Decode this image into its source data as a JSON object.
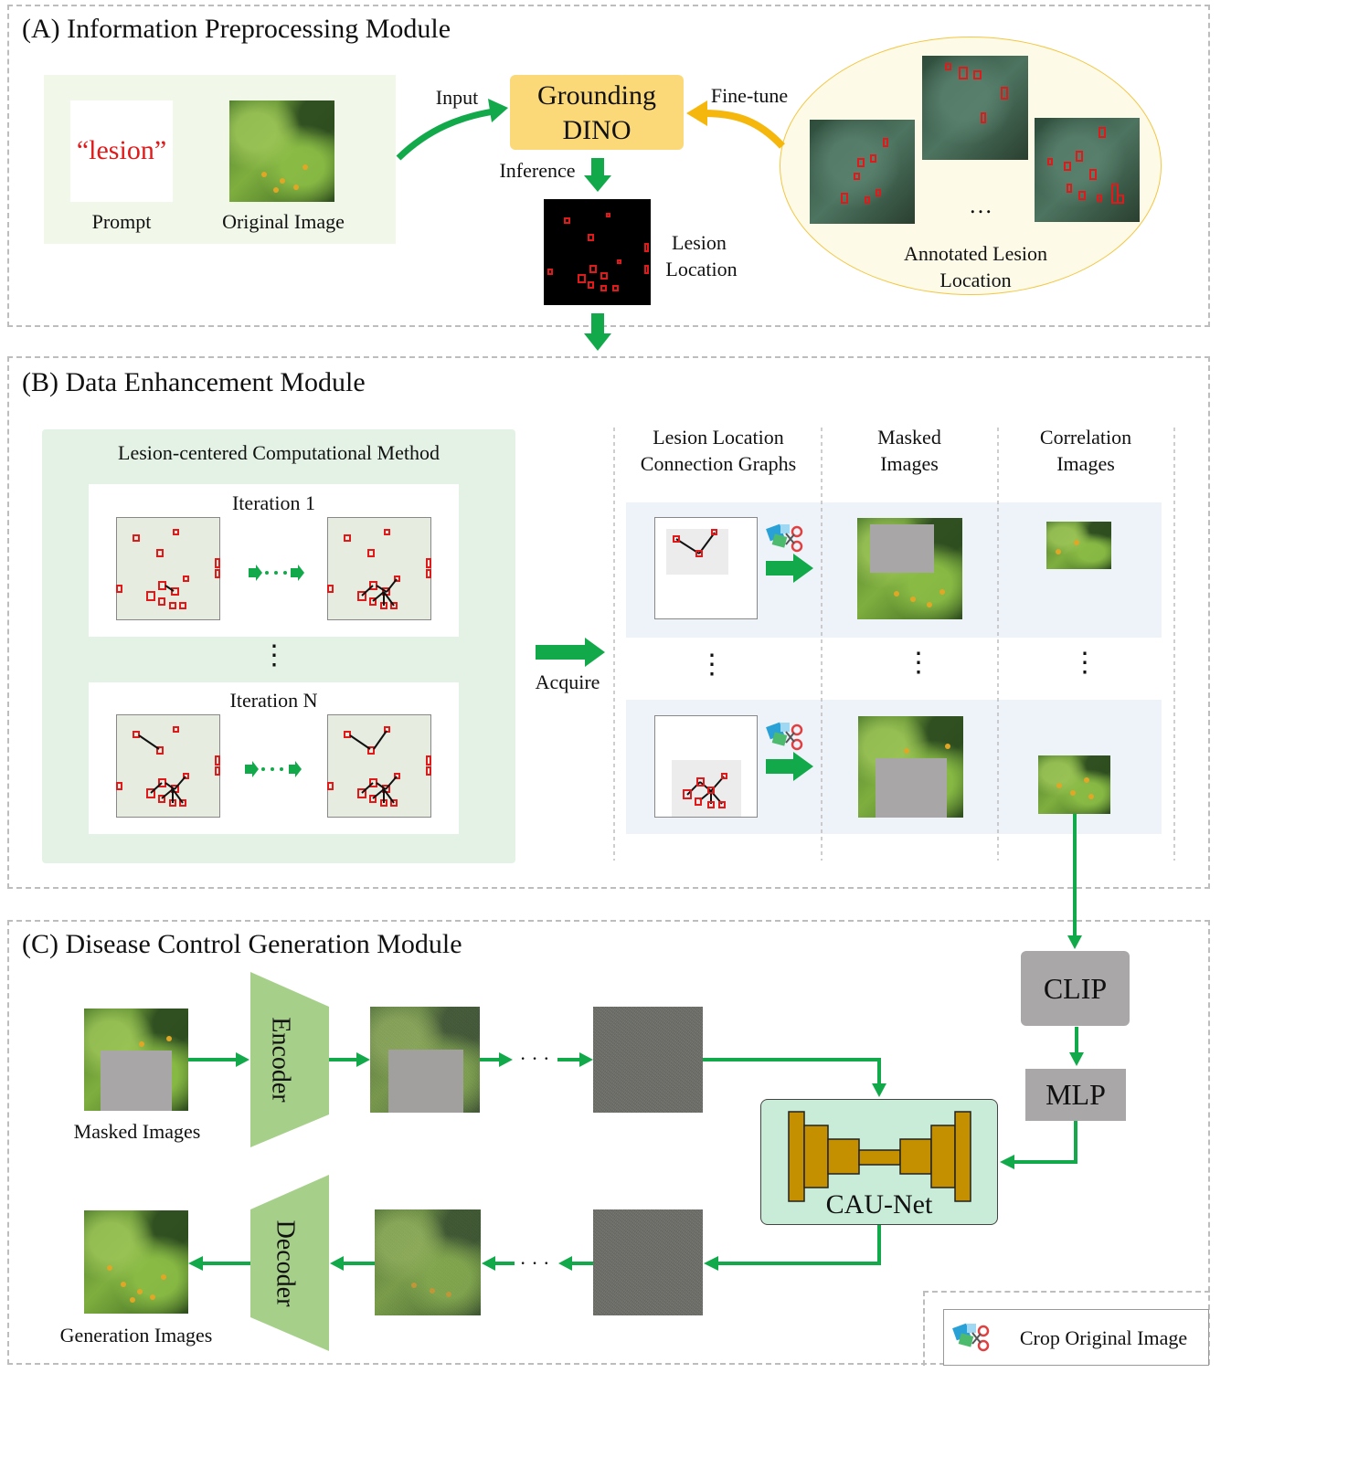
{
  "panels": {
    "a_title": "(A) Information Preprocessing Module",
    "b_title": "(B) Data Enhancement Module",
    "c_title": "(C) Disease Control Generation Module"
  },
  "module_a": {
    "prompt_text": "“lesion”",
    "prompt_label": "Prompt",
    "original_label": "Original Image",
    "input_label": "Input",
    "grounding_dino": [
      "Grounding",
      "DINO"
    ],
    "finetune_label": "Fine-tune",
    "inference_label": "Inference",
    "lesion_location": [
      "Lesion",
      "Location"
    ],
    "annotated_label": [
      "Annotated Lesion",
      "Location"
    ],
    "ellipsis": "…"
  },
  "module_b": {
    "method_title": "Lesion-centered Computational Method",
    "iteration_1": "Iteration 1",
    "iteration_n": "Iteration N",
    "vdots": "⋮",
    "acquire_label": "Acquire",
    "col_graphs": [
      "Lesion Location",
      "Connection Graphs"
    ],
    "col_masked": [
      "Masked",
      "Images"
    ],
    "col_correlation": [
      "Correlation",
      "Images"
    ]
  },
  "module_c": {
    "masked_label": "Masked Images",
    "encoder": "Encoder",
    "decoder": "Decoder",
    "clip": "CLIP",
    "mlp": "MLP",
    "caunet": "CAU-Net",
    "generation_label": "Generation Images",
    "dots": "· · ·"
  },
  "legend": {
    "crop_label": "Crop Original Image",
    "icon": "scissors-icon"
  },
  "colors": {
    "green_arrow": "#12a94a",
    "orange_arrow": "#f6b70d",
    "dino_fill": "#fbd978",
    "light_green": "#e3f2e5",
    "light_blue": "#eef3fa",
    "encoder_green": "#a6d08a",
    "caunet_fill": "#c9ecd8",
    "caunet_block": "#c49000",
    "gray_box": "#a9a7a7"
  }
}
